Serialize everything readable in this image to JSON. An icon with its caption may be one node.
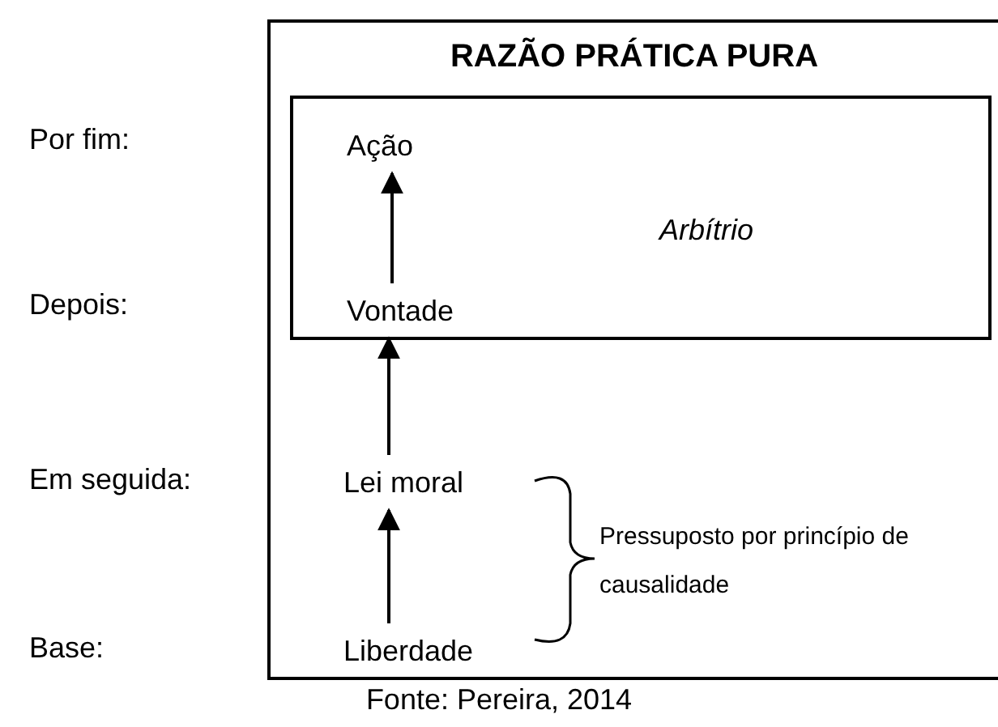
{
  "diagram": {
    "caption": "Fonte: Pereira, 2014",
    "nodes": [
      {
        "text": [
          "RAZÃO PRÁTICA PURA"
        ]
      },
      {
        "text": [
          "Arbítrio"
        ],
        "in": 0
      },
      {
        "text": [
          "Ação"
        ],
        "in": 1
      },
      {
        "text": [
          "Vontade"
        ],
        "in": 1
      },
      {
        "text": [
          "Lei moral"
        ],
        "in": 0
      },
      {
        "text": [
          "Liberdade"
        ],
        "in": 0
      }
    ],
    "edges": [
      {
        "from": 3,
        "to": 2,
        "arrow": "to"
      },
      {
        "from": 4,
        "to": 3,
        "arrow": "to"
      },
      {
        "from": 5,
        "to": 4,
        "arrow": "to"
      }
    ],
    "labels": [
      "Por fim:",
      "Depois:",
      "Em seguida:",
      "Base:",
      "Pressuposto por princípio de causalidade"
    ]
  }
}
